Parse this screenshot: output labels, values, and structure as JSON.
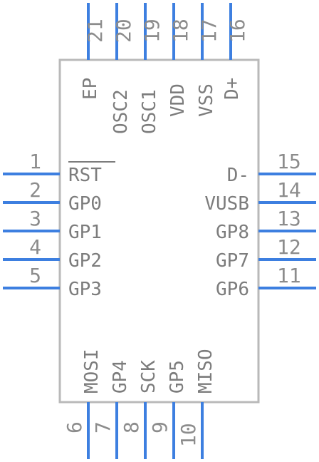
{
  "pins": {
    "top": [
      {
        "num": "21",
        "label": "EP"
      },
      {
        "num": "20",
        "label": "OSC2"
      },
      {
        "num": "19",
        "label": "OSC1"
      },
      {
        "num": "18",
        "label": "VDD"
      },
      {
        "num": "17",
        "label": "VSS"
      },
      {
        "num": "16",
        "label": "D+"
      }
    ],
    "left": [
      {
        "num": "1",
        "label": "RST"
      },
      {
        "num": "2",
        "label": "GP0"
      },
      {
        "num": "3",
        "label": "GP1"
      },
      {
        "num": "4",
        "label": "GP2"
      },
      {
        "num": "5",
        "label": "GP3"
      }
    ],
    "right": [
      {
        "num": "15",
        "label": "D-"
      },
      {
        "num": "14",
        "label": "VUSB"
      },
      {
        "num": "13",
        "label": "GP8"
      },
      {
        "num": "12",
        "label": "GP7"
      },
      {
        "num": "11",
        "label": "GP6"
      }
    ],
    "bottom": [
      {
        "num": "6",
        "label": "MOSI"
      },
      {
        "num": "7",
        "label": "GP4"
      },
      {
        "num": "8",
        "label": "SCK"
      },
      {
        "num": "9",
        "label": "GP5"
      },
      {
        "num": "10",
        "label": "MISO"
      }
    ]
  },
  "colors": {
    "lead": "#3d7fe0",
    "outline": "#b9b9b9",
    "text": "#7c7c7c"
  }
}
